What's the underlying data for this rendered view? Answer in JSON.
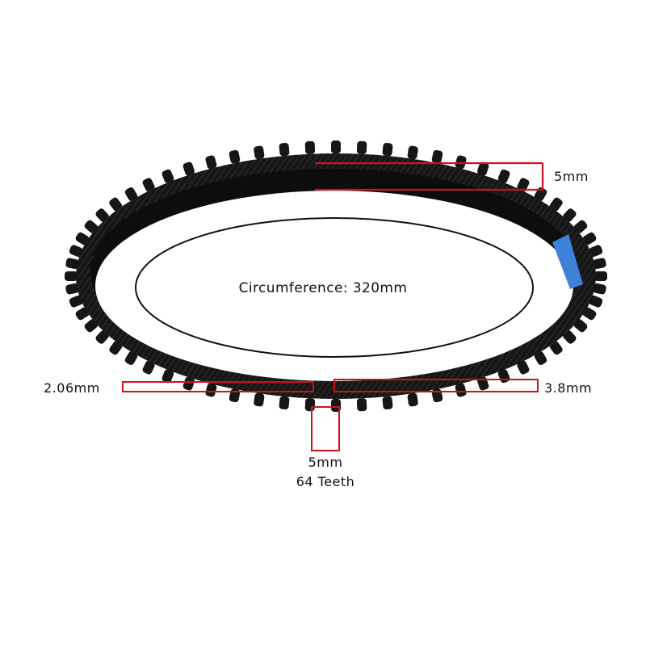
{
  "diagram": {
    "circumference_label": "Circumference: 320mm",
    "width_label": "5mm",
    "belt_thickness_label": "2.06mm",
    "tooth_height_label": "3.8mm",
    "pitch_label": "5mm",
    "teeth_label": "64 Teeth"
  },
  "belt": {
    "teeth": 64
  },
  "colors": {
    "belt": "#161616",
    "belt_highlight": "#3a3a3a",
    "marker": "#d0101a",
    "tag": "#3d82d8",
    "text": "#111111"
  }
}
